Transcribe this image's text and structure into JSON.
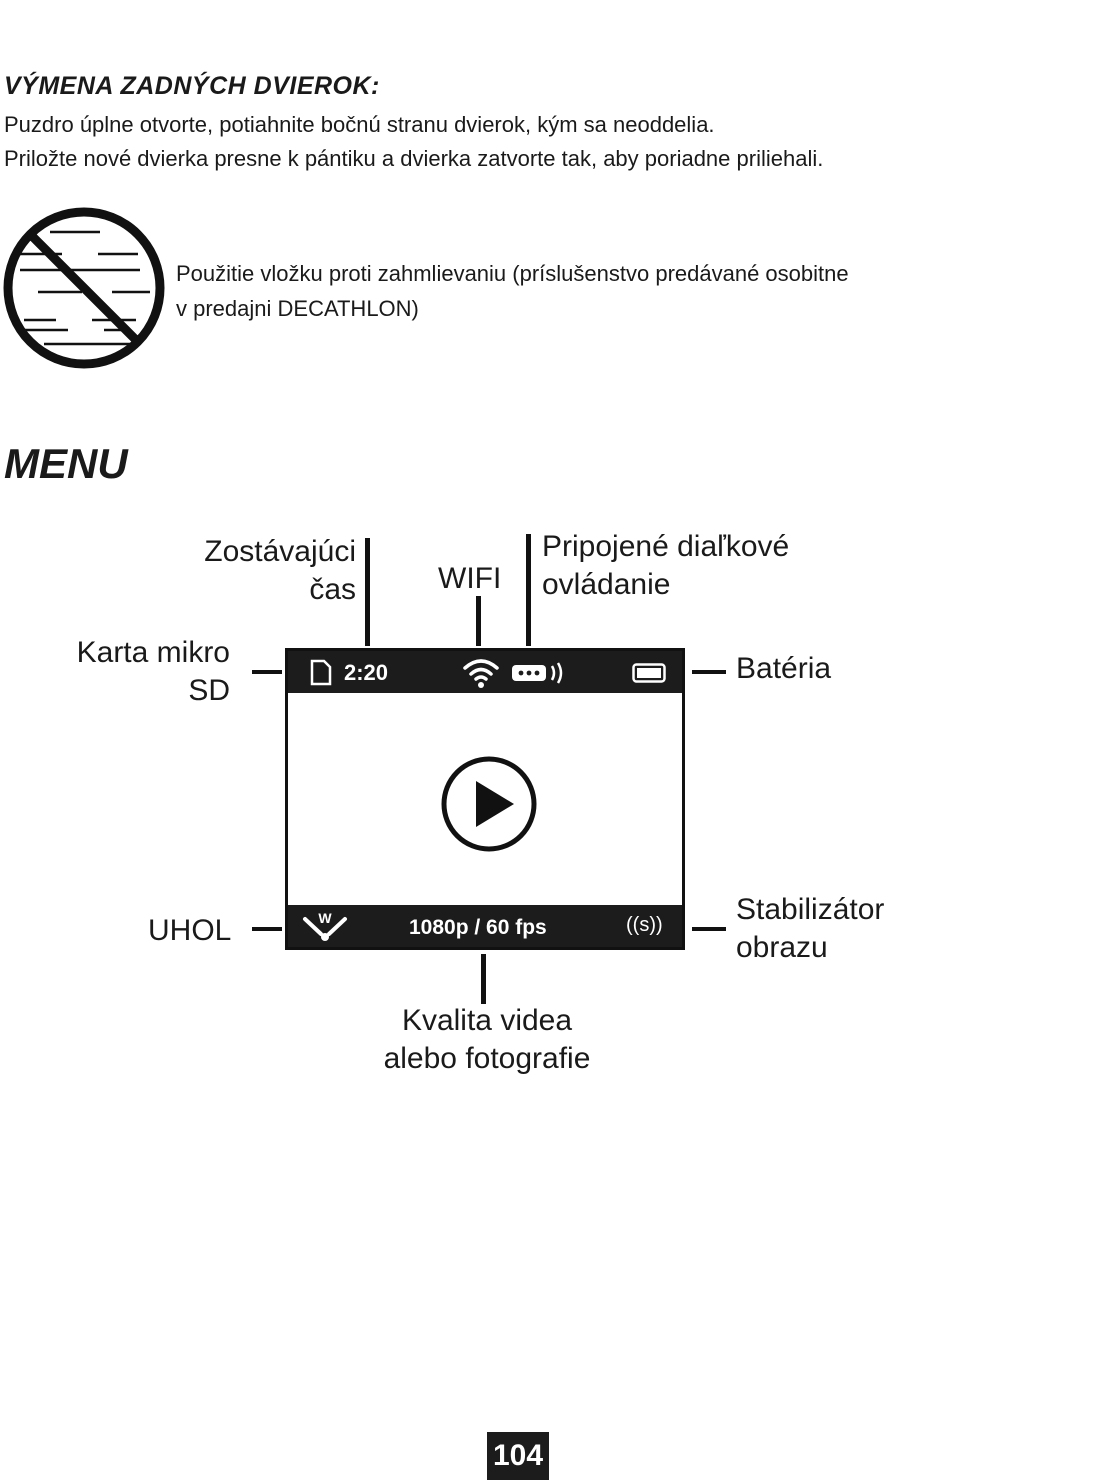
{
  "section": {
    "title": "VÝMENA ZADNÝCH DVIEROK:",
    "line1": "Puzdro úplne otvorte, potiahnite bočnú stranu dvierok, kým sa neoddelia.",
    "line2": "Priložte nové dvierka presne k pántiku a dvierka zatvorte tak, aby poriadne priliehali."
  },
  "fog_note": {
    "icon": "no-fog-icon",
    "line1": "Použitie vložku proti zahmlievaniu (príslušenstvo predávané osobitne",
    "line2": "v predajni DECATHLON)"
  },
  "menu": {
    "title": "MENU",
    "labels": {
      "remaining_time": [
        "Zostávajúci",
        "čas"
      ],
      "wifi": "WIFI",
      "remote": [
        "Pripojené diaľkové",
        "ovládanie"
      ],
      "sd_card": [
        "Karta mikro",
        "SD"
      ],
      "battery": "Batéria",
      "angle": "UHOL",
      "stabilizer": [
        "Stabilizátor",
        "obrazu"
      ],
      "quality": [
        "Kvalita videa",
        "alebo fotografie"
      ]
    },
    "screen": {
      "time": "2:20",
      "resolution": "1080p / 60 fps",
      "angle_letter": "W",
      "stabilizer_text": "((s))",
      "icons": [
        "sd-card-icon",
        "wifi-icon",
        "remote-icon",
        "battery-icon",
        "play-icon",
        "wide-angle-icon"
      ]
    }
  },
  "page_number": "104"
}
